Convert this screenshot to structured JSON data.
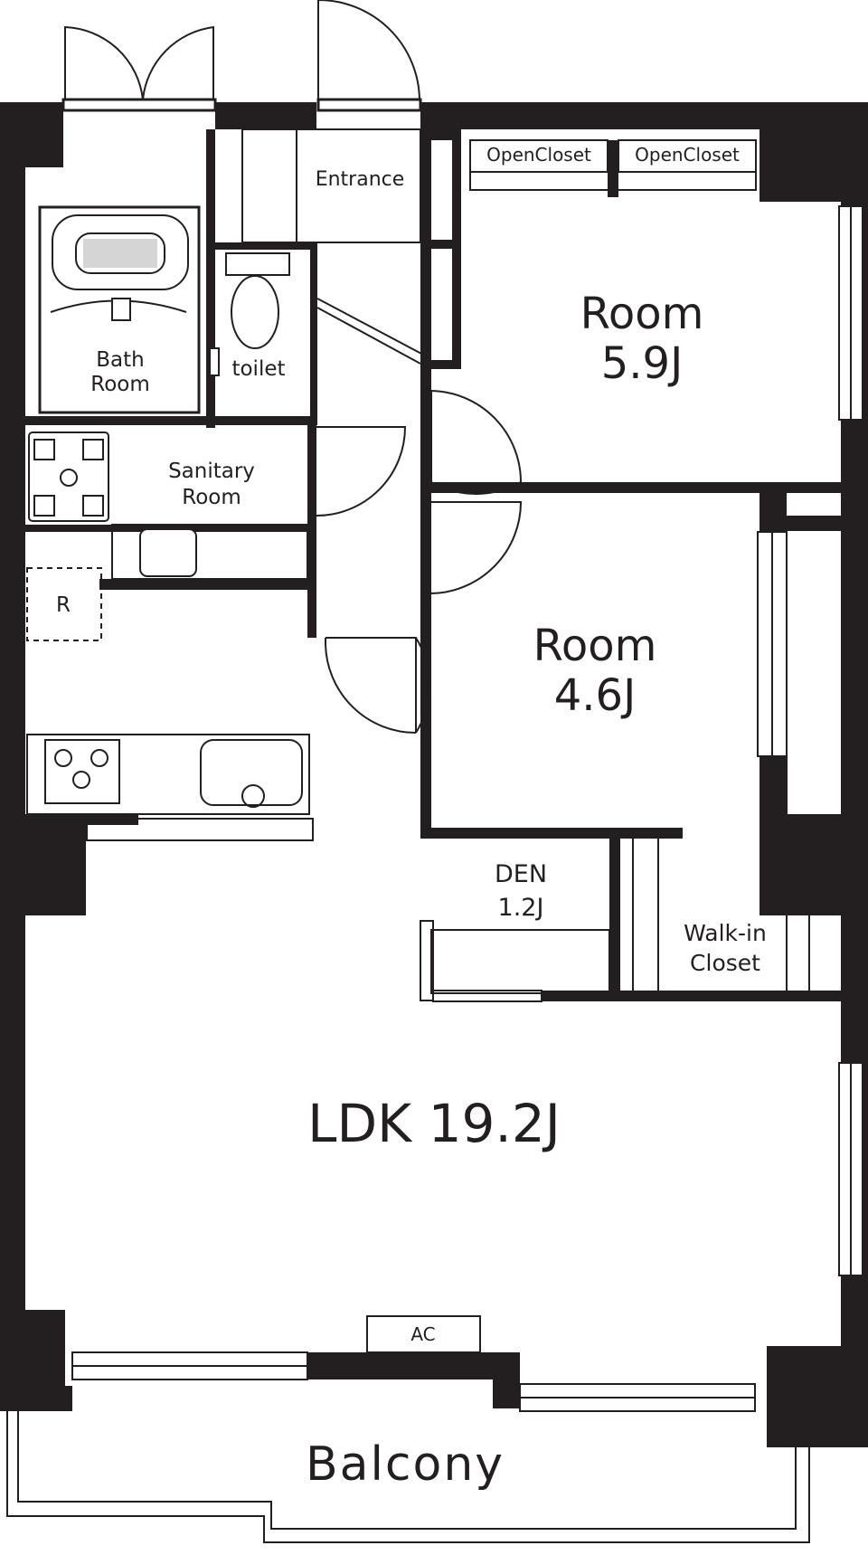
{
  "rooms": {
    "entrance": "Entrance",
    "open_closet_1": "OpenCloset",
    "open_closet_2": "OpenCloset",
    "room_a_name": "Room",
    "room_a_size": "5.9J",
    "bath_line1": "Bath",
    "bath_line2": "Room",
    "toilet": "toilet",
    "sanitary_line1": "Sanitary",
    "sanitary_line2": "Room",
    "refrigerator": "R",
    "room_b_name": "Room",
    "room_b_size": "4.6J",
    "den_name": "DEN",
    "den_size": "1.2J",
    "walkin_line1": "Walk-in",
    "walkin_line2": "Closet",
    "ldk": "LDK 19.2J",
    "ac": "AC",
    "balcony": "Balcony"
  },
  "colors": {
    "wall": "#231f20",
    "background": "#ffffff"
  }
}
